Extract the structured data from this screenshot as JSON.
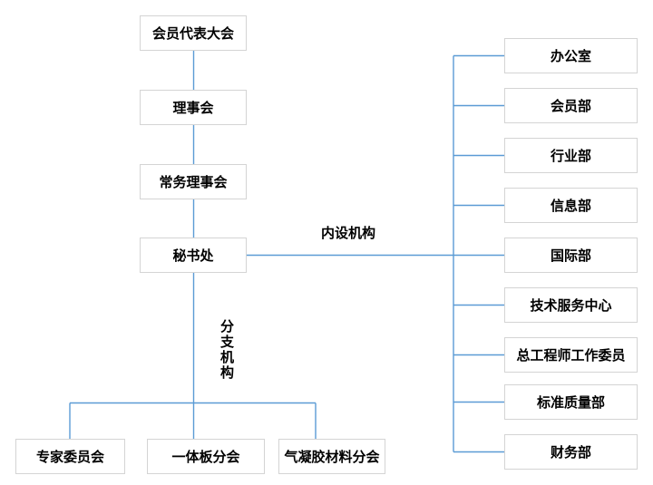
{
  "colors": {
    "line": "#5B9BD5",
    "box_border": "#D4D4D4",
    "box_background": "#FFFFFF",
    "text": "#000000",
    "page_background": "#FFFFFF"
  },
  "org": {
    "governance_chain": [
      "会员代表大会",
      "理事会",
      "常务理事会",
      "秘书处"
    ],
    "internal_label": "内设机构",
    "internal_departments": [
      "办公室",
      "会员部",
      "行业部",
      "信息部",
      "国际部",
      "技术服务中心",
      "总工程师工作委员",
      "标准质量部",
      "财务部"
    ],
    "branch_label": "分支机构",
    "branches": [
      "专家委员会",
      "一体板分会",
      "气凝胶材料分会"
    ]
  }
}
